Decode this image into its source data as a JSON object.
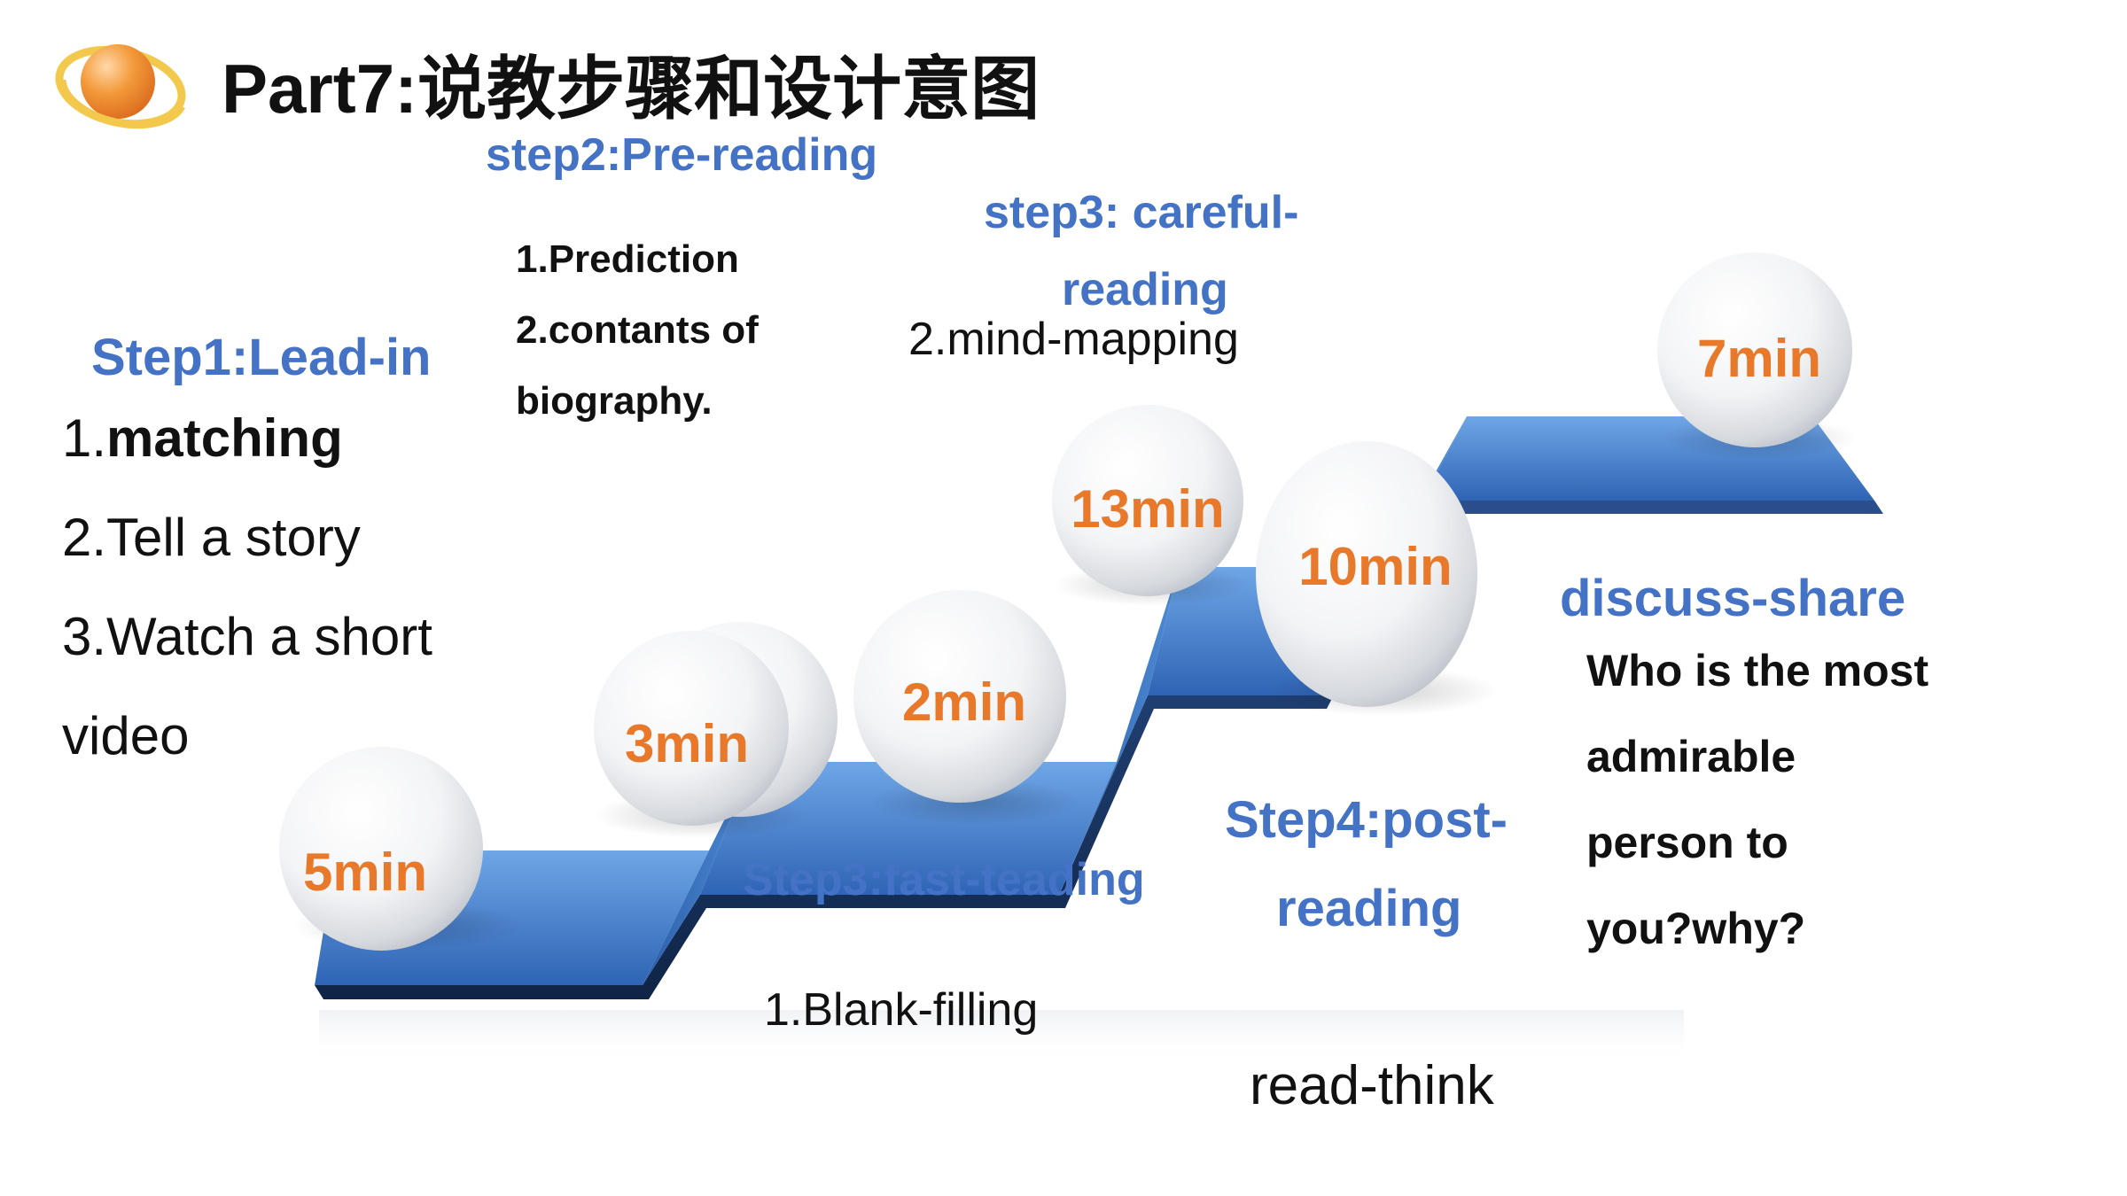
{
  "header": {
    "title": "Part7:说教步骤和设计意图",
    "icon": "planet-icon"
  },
  "colors": {
    "accent_blue": "#4472C4",
    "time_orange": "#E8792B",
    "step_blue": "#3F7CC9",
    "planet_orange": "#F08A2E",
    "ring_yellow": "#F2C94C"
  },
  "step1": {
    "heading": "Step1:Lead-in",
    "item1_num": "1.",
    "item1_text": "matching",
    "item2": "2.Tell a story",
    "item3_line1": "3.Watch a short",
    "item3_line2": "video"
  },
  "step2": {
    "heading": "step2:Pre-reading",
    "item1": "1.Prediction",
    "item2_line1": "2.contants of",
    "item2_line2": "biography."
  },
  "step3_fast": {
    "heading": "Step3:fast-teading",
    "item1": "1.Blank-filling"
  },
  "step3_careful": {
    "heading_line1": "step3: careful-",
    "heading_line2": "reading",
    "item2": "2.mind-mapping"
  },
  "step4": {
    "heading_line1": "Step4:post-",
    "heading_line2": "reading",
    "activity": "read-think"
  },
  "step5": {
    "heading": "discuss-share",
    "q_line1": "Who is the most",
    "q_line2": "admirable",
    "q_line3": "person to",
    "q_line4": "you?why?"
  },
  "times": {
    "t1": "5min",
    "t2": "3min",
    "t3": "2min",
    "t4": "13min",
    "t5": "10min",
    "t6": "7min"
  }
}
